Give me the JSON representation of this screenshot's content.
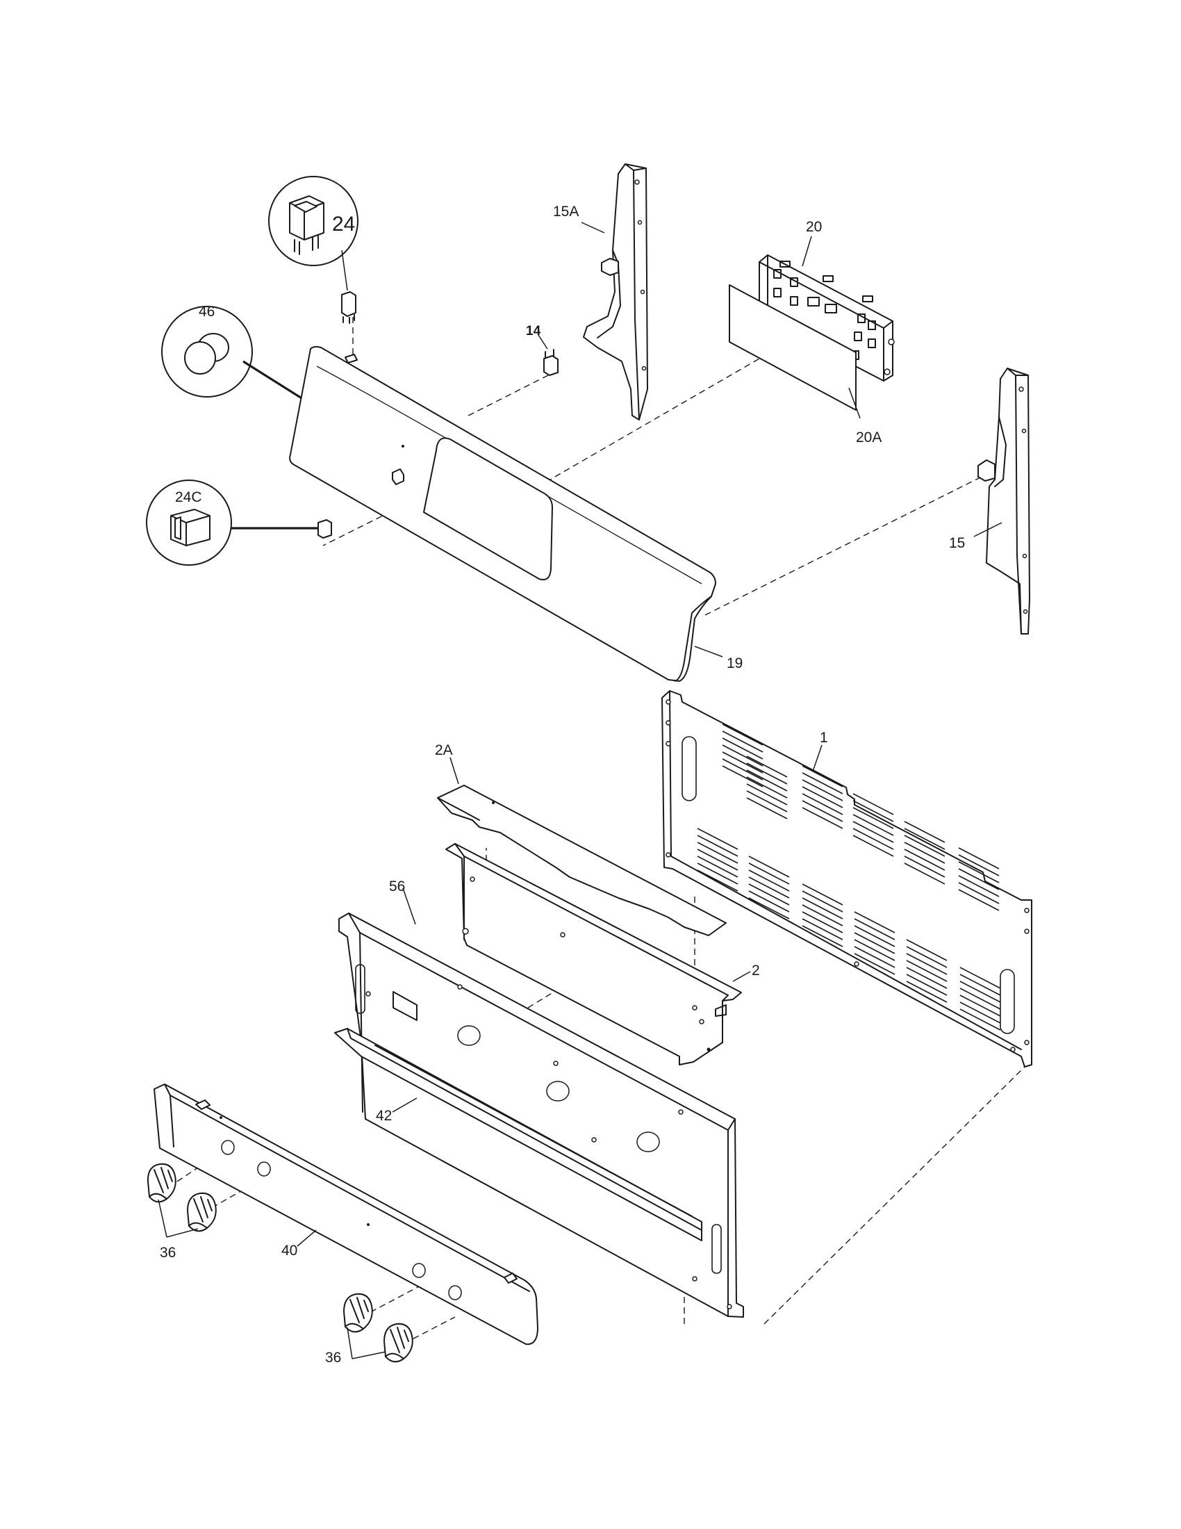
{
  "diagram": {
    "callouts": {
      "p24": "24",
      "p46": "46",
      "p24c": "24C",
      "p14": "14",
      "p15a": "15A",
      "p20": "20",
      "p20a": "20A",
      "p15": "15",
      "p19": "19",
      "p2a": "2A",
      "p1": "1",
      "p56": "56",
      "p2": "2",
      "p42": "42",
      "p36_left": "36",
      "p40": "40",
      "p36_bottom": "36"
    }
  }
}
